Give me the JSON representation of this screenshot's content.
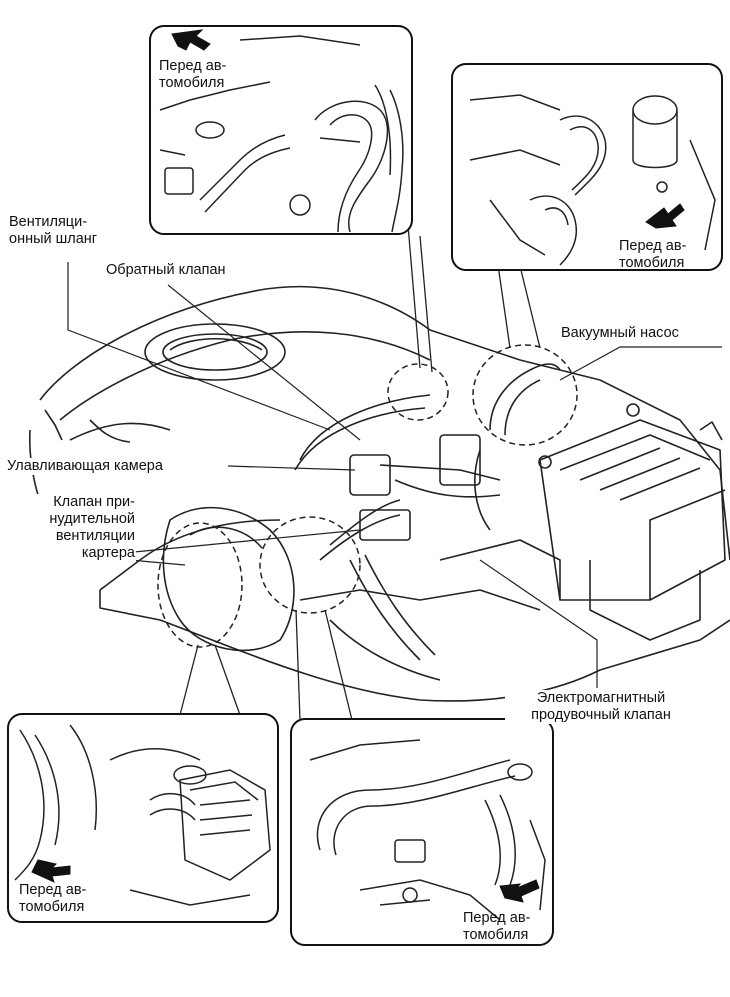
{
  "labels": {
    "vent_hose": [
      "Вентиляци-",
      "онный шланг"
    ],
    "check_valve": "Обратный клапан",
    "vacuum_pump": "Вакуумный насос",
    "catch_tank": "Улавливающая камера",
    "pcv_valve": [
      "Клапан при-",
      "нудительной",
      "вентиляции",
      "картера"
    ],
    "purge_vsv": [
      "Электромагнитный",
      "продувочный клапан"
    ]
  },
  "insets": {
    "top_left": [
      "Перед ав-",
      "томобиля"
    ],
    "top_right": [
      "Перед ав-",
      "томобиля"
    ],
    "bottom_left": [
      "Перед ав-",
      "томобиля"
    ],
    "bottom_right": [
      "Перед ав-",
      "томобиля"
    ]
  }
}
